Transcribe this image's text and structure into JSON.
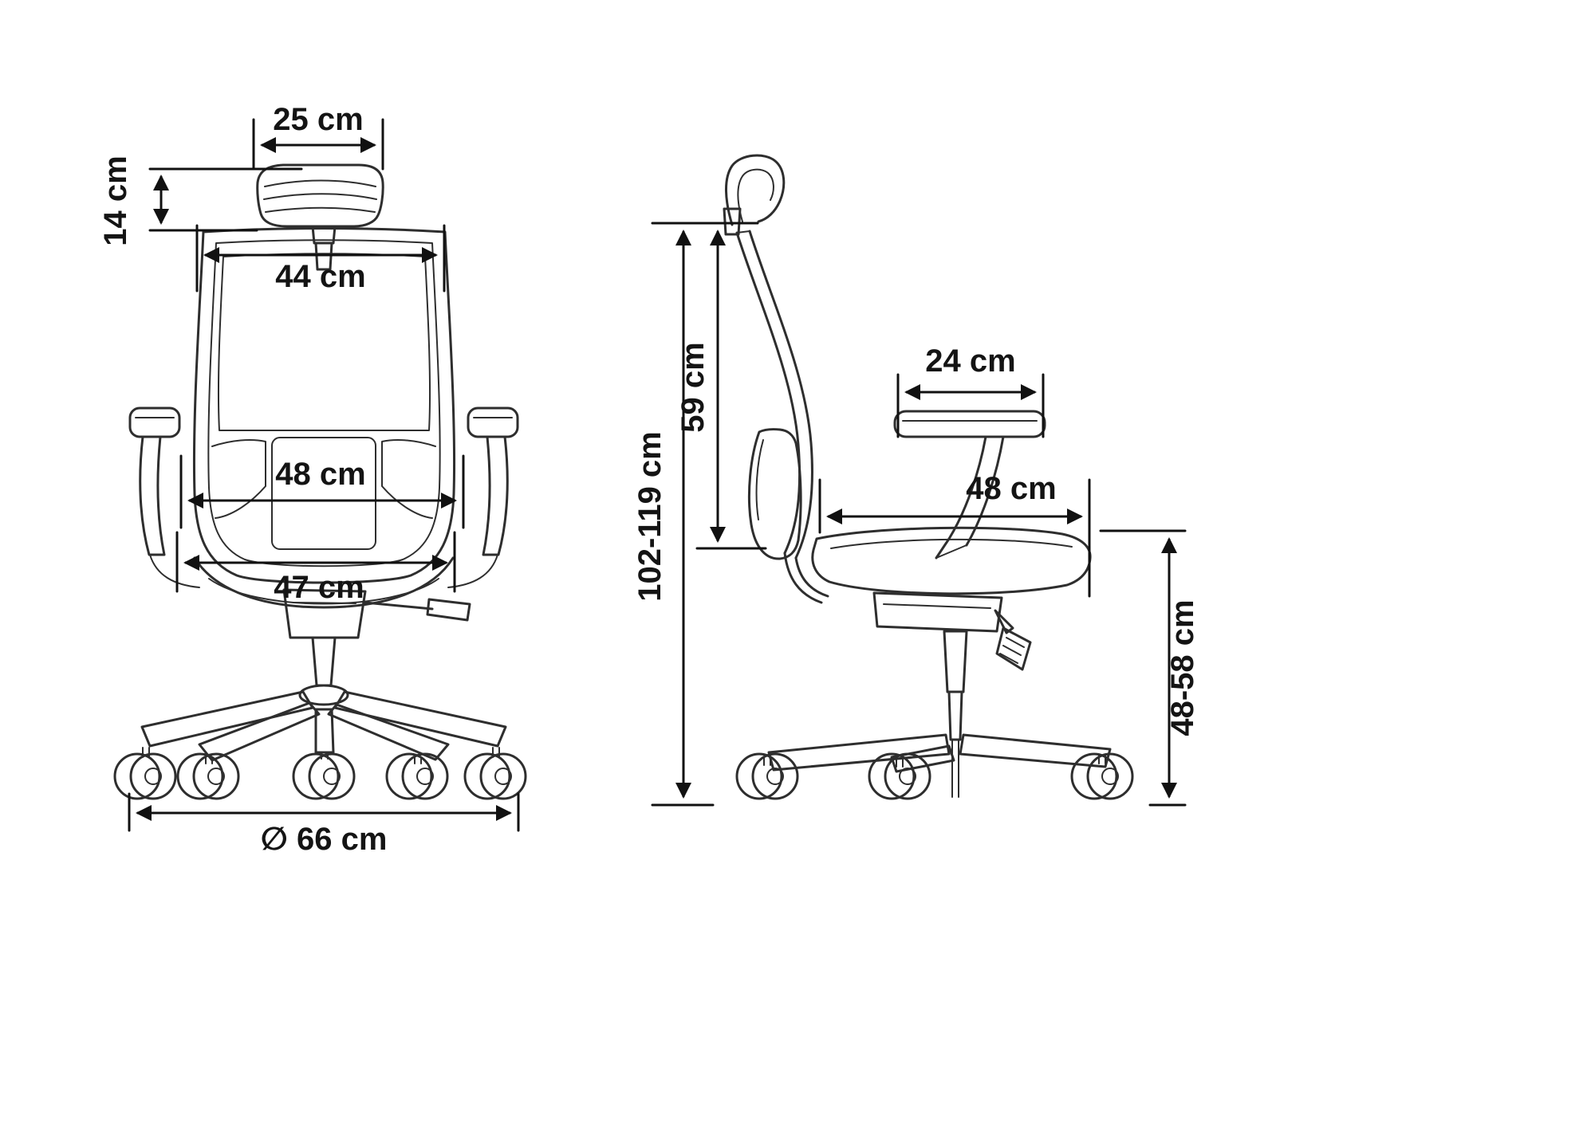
{
  "page": {
    "background": "#ffffff",
    "line_color": "#2e2e2e",
    "dimension_color": "#111111",
    "text_color": "#141414"
  },
  "diagram": {
    "subject": "office chair dimension drawing, front view and side view",
    "front_view": {
      "headrest_width": "25 cm",
      "headrest_height": "14 cm",
      "backrest_width": "44 cm",
      "backrest_lower_width": "48 cm",
      "seat_width": "47 cm",
      "base_diameter": "∅ 66 cm"
    },
    "side_view": {
      "backrest_height": "59 cm",
      "overall_height": "102-119 cm",
      "armrest_pad_length": "24 cm",
      "seat_depth": "48 cm",
      "seat_height": "48-58 cm"
    }
  }
}
